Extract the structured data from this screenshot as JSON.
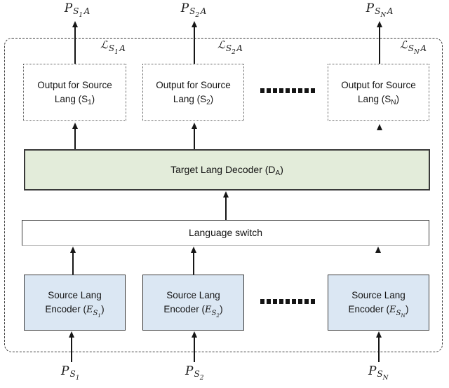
{
  "colors": {
    "decoder_fill": "#e3ecda",
    "encoder_fill": "#dbe7f3",
    "box_border": "#3a3a3a",
    "arrow_line": "#161616",
    "background": "#ffffff"
  },
  "top_labels": [
    {
      "base": "P",
      "sub": "S",
      "subsub": "1",
      "tail": "A"
    },
    {
      "base": "P",
      "sub": "S",
      "subsub": "2",
      "tail": "A"
    },
    {
      "base": "P",
      "sub": "S",
      "subsub": "N",
      "tail": "A"
    }
  ],
  "loss_labels": [
    {
      "base": "ℒ",
      "sub": "S",
      "subsub": "1",
      "tail": "A"
    },
    {
      "base": "ℒ",
      "sub": "S",
      "subsub": "2",
      "tail": "A"
    },
    {
      "base": "ℒ",
      "sub": "S",
      "subsub": "N",
      "tail": "A"
    }
  ],
  "output_boxes": [
    {
      "line1": "Output for Source",
      "line2_pre": "Lang (S",
      "line2_sub": "1",
      "line2_post": ")"
    },
    {
      "line1": "Output for Source",
      "line2_pre": "Lang (S",
      "line2_sub": "2",
      "line2_post": ")"
    },
    {
      "line1": "Output for Source",
      "line2_pre": "Lang (S",
      "line2_sub": "N",
      "line2_post": ")"
    }
  ],
  "decoder": {
    "pre": "Target Lang Decoder (D",
    "sub": "A",
    "post": ")"
  },
  "language_switch": {
    "label": "Language switch"
  },
  "encoder_boxes": [
    {
      "line1": "Source Lang",
      "line2_pre": "Encoder (",
      "var": "E",
      "sub": "S",
      "subsub": "1",
      "line2_post": ")"
    },
    {
      "line1": "Source Lang",
      "line2_pre": "Encoder (",
      "var": "E",
      "sub": "S",
      "subsub": "2",
      "line2_post": ")"
    },
    {
      "line1": "Source Lang",
      "line2_pre": "Encoder (",
      "var": "E",
      "sub": "S",
      "subsub": "N",
      "line2_post": ")"
    }
  ],
  "bottom_labels": [
    {
      "base": "P",
      "sub": "S",
      "subsub": "1",
      "tail": ""
    },
    {
      "base": "P",
      "sub": "S",
      "subsub": "2",
      "tail": ""
    },
    {
      "base": "P",
      "sub": "S",
      "subsub": "N",
      "tail": ""
    }
  ]
}
